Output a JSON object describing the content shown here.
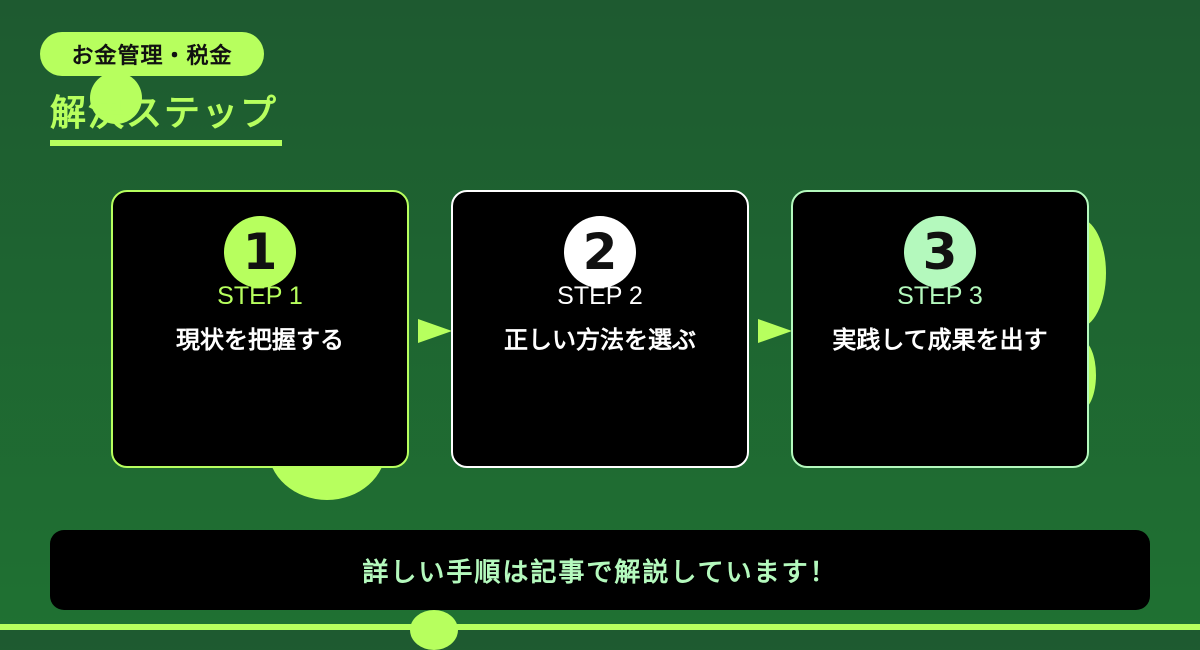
{
  "category": "お金管理・税金",
  "title": "解決ステップ",
  "colors": {
    "accent": "#b7ff5e",
    "card_bg": "#000000",
    "bg_top": "#1e5a30",
    "bg_bottom": "#1f7132",
    "step1": "#b7ff5e",
    "step2": "#ffffff",
    "step3": "#b4f9bd"
  },
  "steps": [
    {
      "number": "1",
      "label": "STEP 1",
      "text": "現状を把握する"
    },
    {
      "number": "2",
      "label": "STEP 2",
      "text": "正しい方法を選ぶ"
    },
    {
      "number": "3",
      "label": "STEP 3",
      "text": "実践して成果を出す"
    }
  ],
  "footer": "詳しい手順は記事で解説しています！"
}
